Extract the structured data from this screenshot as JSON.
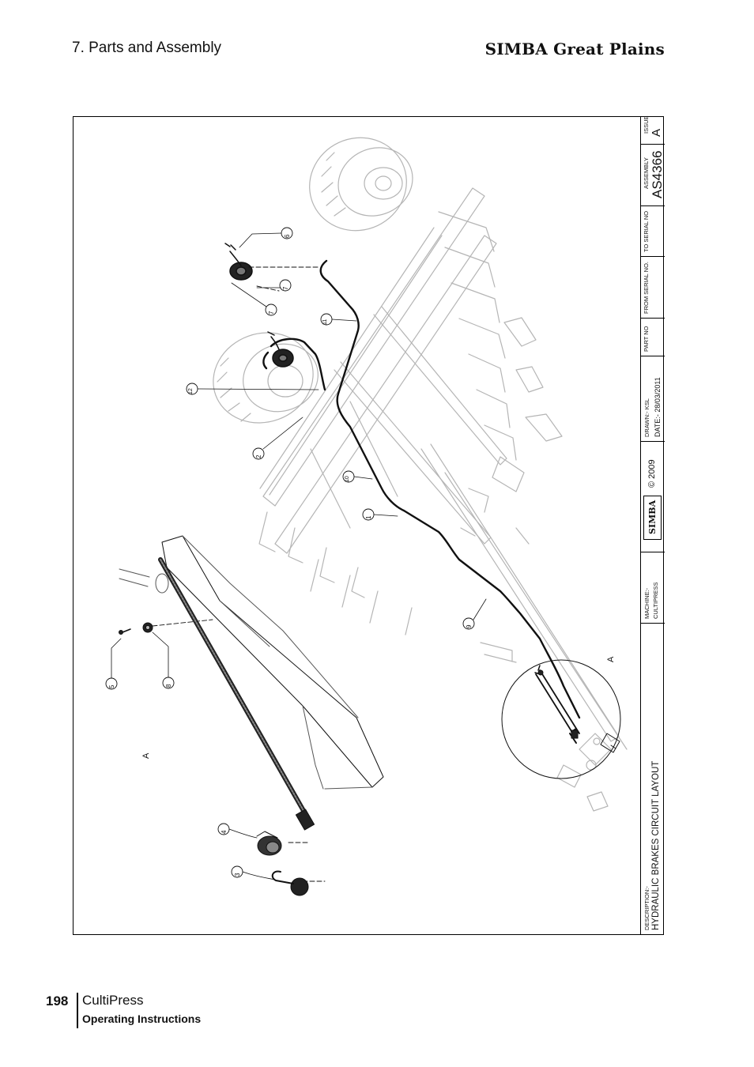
{
  "header": {
    "section_title": "7. Parts and Assembly",
    "brand": "SIMBA Great Plains"
  },
  "drawing": {
    "callouts": [
      "1",
      "2",
      "3",
      "4",
      "5",
      "6",
      "7",
      "7",
      "8",
      "9",
      "10",
      "11",
      "12"
    ],
    "view_label": "A",
    "detail_label": "A",
    "logo_text": "SIMBA"
  },
  "title_block": {
    "issue_label": "ISSUE",
    "issue_value": "A",
    "assembly_label": "ASSEMBLY",
    "assembly_value": "AS4366",
    "to_serial_label": "TO SERIAL NO",
    "from_serial_label": "FROM SERIAL NO.",
    "part_no_label": "PART NO",
    "drawn_label": "DRAWN:-  KSL",
    "date_label": "DATE:-  28/03/2011",
    "copyright": "© 2009",
    "machine_label": "MACHINE:-",
    "machine_value": "CULTIPRESS",
    "description_label": "DESCRIPTION:-",
    "description_value": "HYDRAULIC BRAKES CIRCUIT LAYOUT"
  },
  "footer": {
    "page_number": "198",
    "product": "CultiPress",
    "subtitle": "Operating Instructions"
  }
}
